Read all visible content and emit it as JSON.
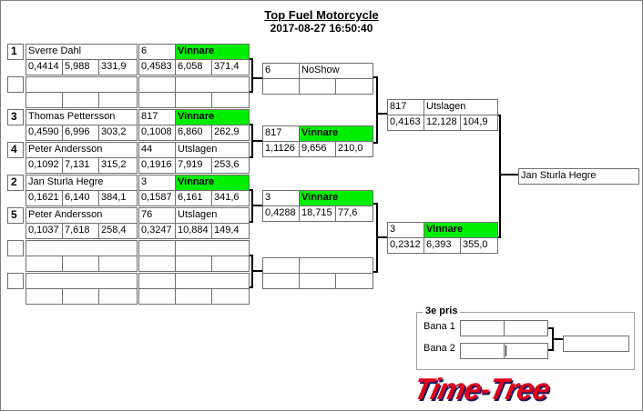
{
  "title": "Top Fuel Motorcycle",
  "datetime": "2017-08-27 16:50:40",
  "round1_entries": [
    {
      "seed": "1",
      "name": "Sverre Dahl",
      "rt": "0,4414",
      "et": "5,988",
      "speed": "331,9"
    },
    {
      "seed": "",
      "name": "",
      "rt": "",
      "et": "",
      "speed": ""
    },
    {
      "seed": "3",
      "name": "Thomas Pettersson",
      "rt": "0,4590",
      "et": "6,996",
      "speed": "303,2"
    },
    {
      "seed": "4",
      "name": "Peter Andersson",
      "rt": "0,1092",
      "et": "7,131",
      "speed": "315,2"
    },
    {
      "seed": "2",
      "name": "Jan Sturla Hegre",
      "rt": "0,1621",
      "et": "6,140",
      "speed": "384,1"
    },
    {
      "seed": "5",
      "name": "Peter Andersson",
      "rt": "0,1037",
      "et": "7,618",
      "speed": "258,4"
    },
    {
      "seed": "",
      "name": "",
      "rt": "",
      "et": "",
      "speed": ""
    },
    {
      "seed": "",
      "name": "",
      "rt": "",
      "et": "",
      "speed": ""
    }
  ],
  "round1_results": [
    {
      "num": "6",
      "status": "Vinnare",
      "winner": true,
      "rt": "0,4583",
      "et": "6,058",
      "speed": "371,4"
    },
    {
      "num": "",
      "status": "",
      "winner": false,
      "rt": "",
      "et": "",
      "speed": ""
    },
    {
      "num": "817",
      "status": "Vinnare",
      "winner": true,
      "rt": "0,1008",
      "et": "6,860",
      "speed": "262,9"
    },
    {
      "num": "44",
      "status": "Utslagen",
      "winner": false,
      "rt": "0,1916",
      "et": "7,919",
      "speed": "253,6"
    },
    {
      "num": "3",
      "status": "Vinnare",
      "winner": true,
      "rt": "0,1587",
      "et": "6,161",
      "speed": "341,6"
    },
    {
      "num": "76",
      "status": "Utslagen",
      "winner": false,
      "rt": "0,3247",
      "et": "10,884",
      "speed": "149,4"
    },
    {
      "num": "",
      "status": "",
      "winner": false,
      "rt": "",
      "et": "",
      "speed": ""
    },
    {
      "num": "",
      "status": "",
      "winner": false,
      "rt": "",
      "et": "",
      "speed": ""
    }
  ],
  "round2": [
    {
      "num": "6",
      "status": "NoShow",
      "winner": false,
      "rt": "",
      "et": "",
      "speed": ""
    },
    {
      "num": "817",
      "status": "Vinnare",
      "winner": true,
      "rt": "1,1126",
      "et": "9,656",
      "speed": "210,0"
    },
    {
      "num": "3",
      "status": "Vinnare",
      "winner": true,
      "rt": "0,4288",
      "et": "18,715",
      "speed": "77,6"
    },
    {
      "num": "",
      "status": "",
      "winner": false,
      "rt": "",
      "et": "",
      "speed": ""
    }
  ],
  "round3": [
    {
      "num": "817",
      "status": "Utslagen",
      "winner": false,
      "rt": "0,4163",
      "et": "12,128",
      "speed": "104,9"
    },
    {
      "num": "3",
      "status": "Vinnare",
      "winner": true,
      "rt": "0,2312",
      "et": "6,393",
      "speed": "355,0"
    }
  ],
  "final_winner": "Jan Sturla Hegre",
  "third_place": {
    "title": "3e pris",
    "lane1_label": "Bana 1",
    "lane2_label": "Bana 2",
    "lane1": [
      "",
      ""
    ],
    "lane2": [
      "",
      ""
    ],
    "result": ""
  },
  "logo_text": "Time-Tree",
  "colors": {
    "winner": "#00ee00",
    "logo": "#e0001a"
  }
}
